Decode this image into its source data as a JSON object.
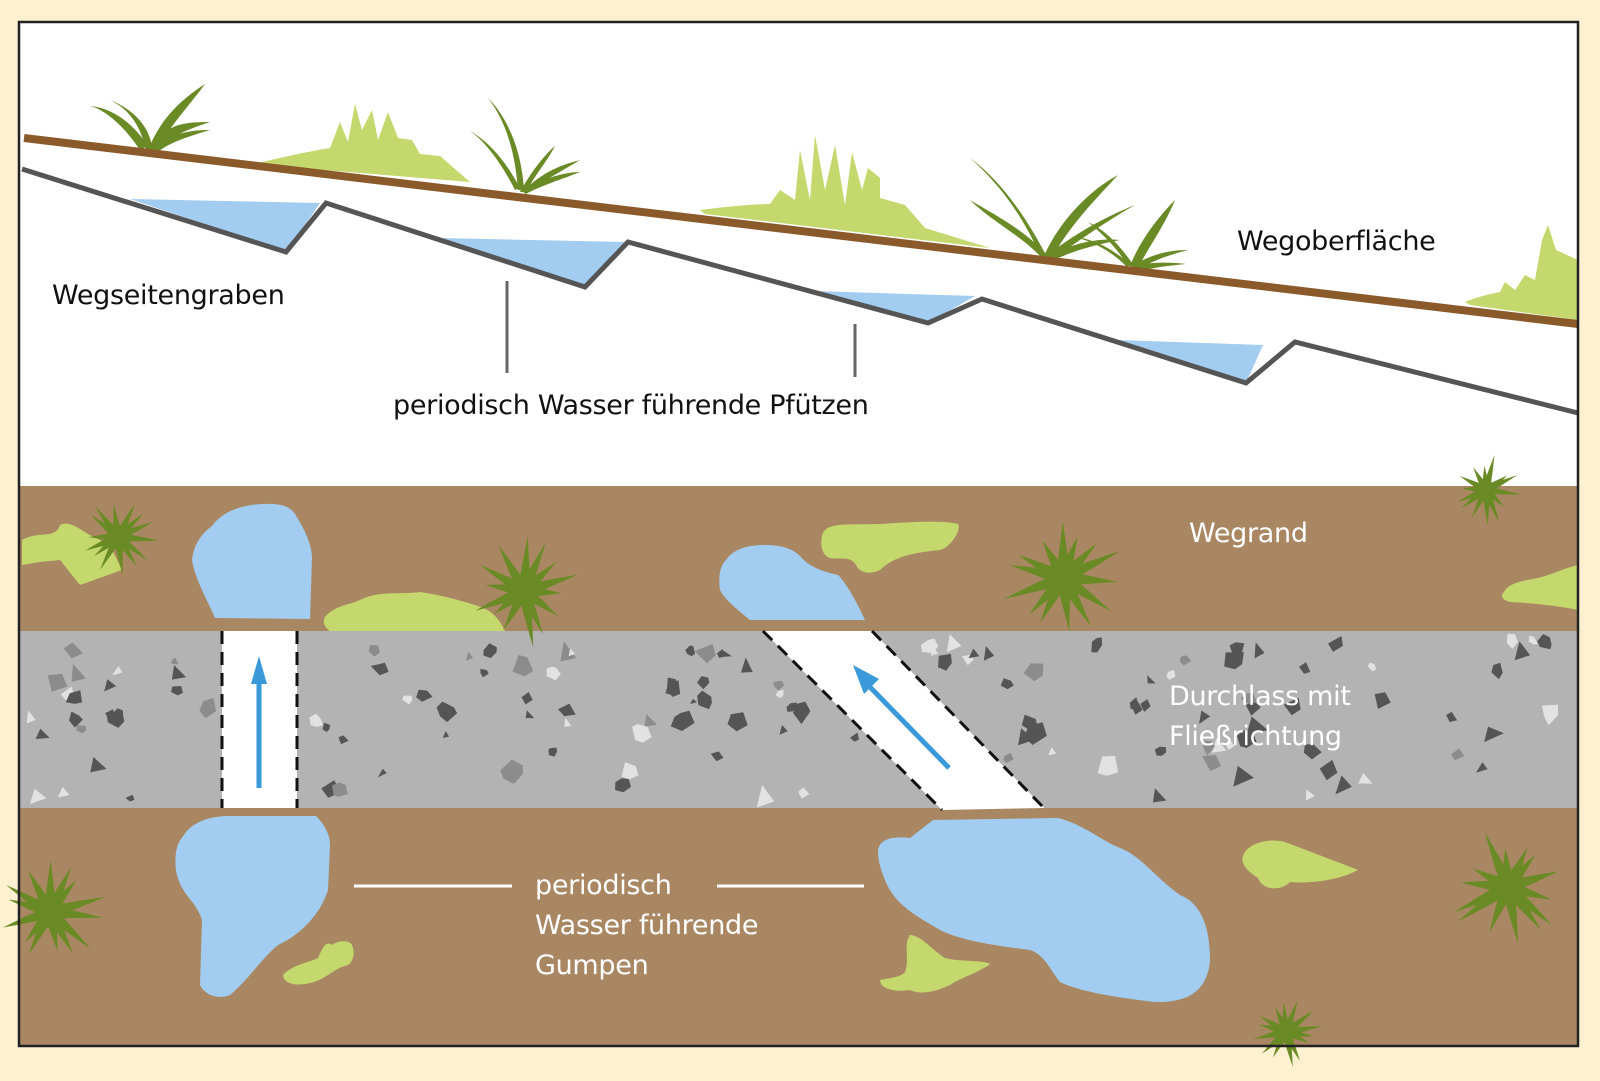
{
  "diagram": {
    "kind": "cross-section and top view of a forest path drainage",
    "colors": {
      "page_background": "#fef1d2",
      "frame": "#222222",
      "path_surface_line": "#8a5a2b",
      "ditch_line": "#555555",
      "water": "#a3cdf0",
      "soil": "#a98762",
      "gravel": "#b3b3b3",
      "stone_dark": "#555555",
      "stone_mid": "#8c8c8c",
      "stone_light": "#e2e2e2",
      "grass_dark": "#6a8a26",
      "grass_light": "#c5d86e",
      "flow_arrow": "#3a9ad9",
      "culvert": "#ffffff"
    },
    "top_section": {
      "labels": {
        "path_surface": "Wegoberfläche",
        "side_ditch": "Wegseitengraben",
        "puddles": "periodisch Wasser führende Pfützen"
      },
      "puddle_count": 4
    },
    "bottom_section": {
      "labels": {
        "path_edge": "Wegrand",
        "culvert": "Durchlass mit\nFließrichtung",
        "pools": "periodisch\nWasser führende\nGumpen"
      },
      "culverts": [
        {
          "name": "straight-culvert",
          "flow": "upward"
        },
        {
          "name": "diagonal-culvert",
          "flow": "up-left"
        }
      ]
    }
  }
}
